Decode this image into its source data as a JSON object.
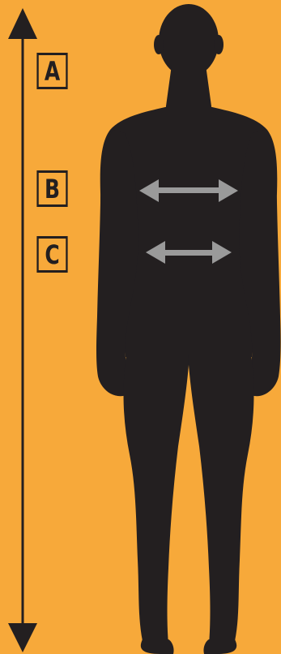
{
  "diagram": {
    "labels": {
      "a": "A",
      "b": "B",
      "c": "C"
    },
    "colors": {
      "background": "#F7A93A",
      "silhouette": "#231F20",
      "axis": "#231F20",
      "measure_arrow": "#9A9A9A"
    },
    "icons": {
      "height_axis": "double-headed-vertical-arrow-icon",
      "body": "human-silhouette-icon",
      "chest_measure": "double-headed-horizontal-arrow-icon",
      "waist_measure": "double-headed-horizontal-arrow-icon"
    }
  }
}
